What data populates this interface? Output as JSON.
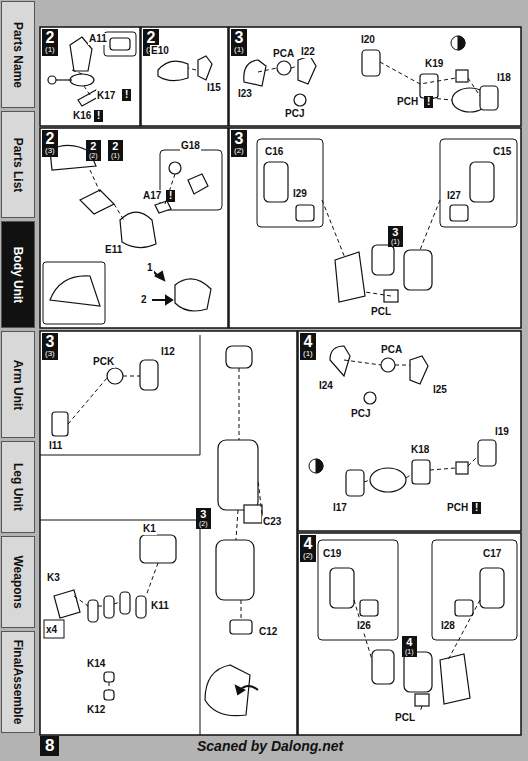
{
  "diagram": {
    "nodes": [
      {
        "text": [
          "Parts Name"
        ]
      },
      {
        "text": [
          "Parts List"
        ]
      },
      {
        "text": [
          "Body Unit"
        ]
      },
      {
        "text": [
          "Arm Unit"
        ]
      },
      {
        "text": [
          "Leg Unit"
        ]
      },
      {
        "text": [
          "Weapons"
        ]
      },
      {
        "text": [
          "FinalAssemble"
        ]
      },
      {
        "text": [
          "2",
          "(1)"
        ]
      },
      {
        "text": [
          "2",
          "(2)"
        ]
      },
      {
        "text": [
          "3",
          "(1)"
        ]
      },
      {
        "text": [
          "2",
          "(3)"
        ]
      },
      {
        "text": [
          "2",
          "(2)"
        ]
      },
      {
        "text": [
          "2",
          "(1)"
        ]
      },
      {
        "text": [
          "3",
          "(2)"
        ]
      },
      {
        "text": [
          "3",
          "(1)"
        ]
      },
      {
        "text": [
          "3",
          "(3)"
        ]
      },
      {
        "text": [
          "3",
          "(2)"
        ]
      },
      {
        "text": [
          "4",
          "(1)"
        ]
      },
      {
        "text": [
          "4",
          "(2)"
        ]
      },
      {
        "text": [
          "4",
          "(1)"
        ]
      },
      {
        "text": [
          "8"
        ]
      }
    ],
    "labels": [
      "A11",
      "K17",
      "!",
      "K16",
      "!",
      "E10",
      "I15",
      "I23",
      "PCA",
      "I22",
      "PCJ",
      "I20",
      "K19",
      "PCH",
      "!",
      "I18",
      "G18",
      "A17",
      "!",
      "E11",
      "1",
      "2",
      "C16",
      "I29",
      "C15",
      "I27",
      "PCL",
      "PCK",
      "I12",
      "I11",
      "C23",
      "K1",
      "K3",
      "K11",
      "x4",
      "K14",
      "K12",
      "C12",
      "I24",
      "PCA",
      "I25",
      "PCJ",
      "I19",
      "K18",
      "I17",
      "PCH",
      "!",
      "C19",
      "I26",
      "C17",
      "I28",
      "PCL",
      "Scaned by Dalong.net"
    ]
  }
}
